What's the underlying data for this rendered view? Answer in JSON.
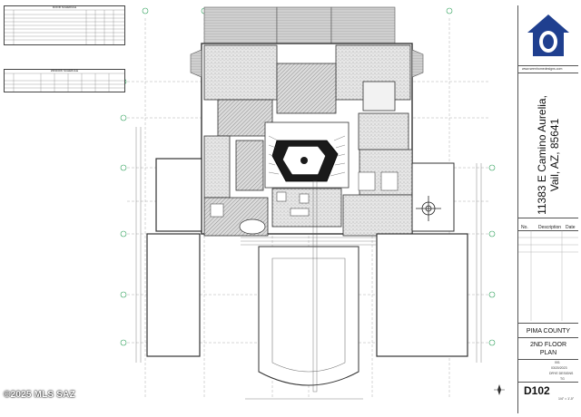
{
  "sheet": {
    "address_line1": "11383 E Camino Aurelia,",
    "address_line2": "Vail, AZ, 85641",
    "website": "www.seenhomedesigns.com",
    "revision_headers": [
      "No.",
      "Description",
      "Date"
    ],
    "county": "PIMA COUNTY",
    "plan_title_line1": "2ND FLOOR",
    "plan_title_line2": "PLAN",
    "project_number": "001",
    "date": "03/20/2023",
    "drawn_by": "DRYE DESIGNS",
    "checked": "TG",
    "sheet_number": "D102",
    "scale": "1/4\" = 1'-0\""
  },
  "watermark": "©2025 MLS SAZ",
  "door_schedule": {
    "title": "DOOR SCHEDULE"
  },
  "window_schedule": {
    "title": "WINDOW SCHEDULE"
  },
  "colors": {
    "line": "#3a3a3a",
    "hatch": "#8f8f8f",
    "grid": "#2ea05a",
    "logo_blue": "#1f3f8f"
  }
}
